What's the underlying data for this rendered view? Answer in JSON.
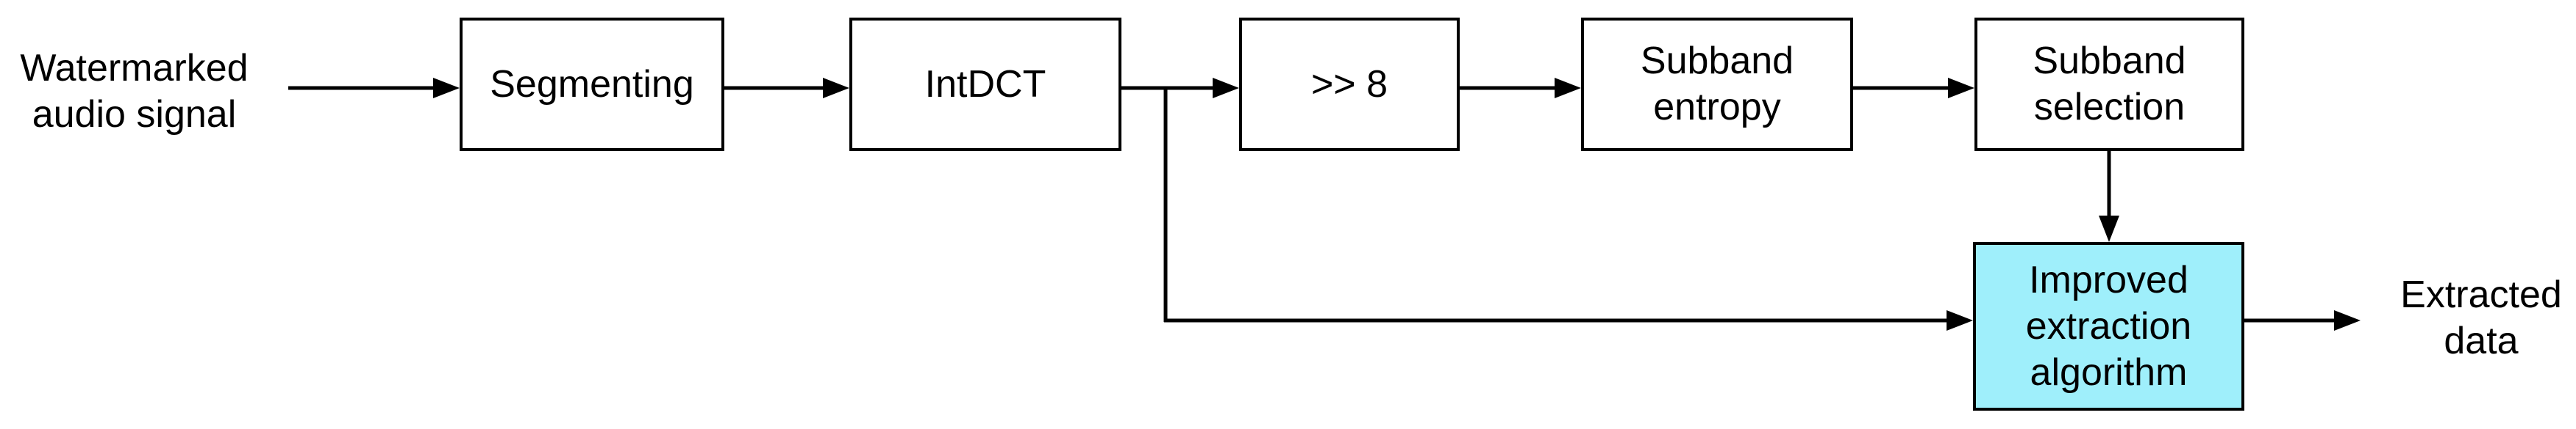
{
  "diagram": {
    "kind": "block-diagram",
    "labels": {
      "input": "Watermarked\naudio signal",
      "output": "Extracted\ndata"
    },
    "boxes": {
      "segmenting": "Segmenting",
      "intdct": "IntDCT",
      "shift": ">> 8",
      "subband_entropy": "Subband\nentropy",
      "subband_selection": "Subband\nselection",
      "improved_extraction": "Improved\nextraction\nalgorithm"
    },
    "edges": [
      {
        "from": "Watermarked audio signal",
        "to": "Segmenting"
      },
      {
        "from": "Segmenting",
        "to": "IntDCT"
      },
      {
        "from": "IntDCT",
        "to": ">> 8"
      },
      {
        "from": "IntDCT",
        "to": "Improved extraction algorithm"
      },
      {
        "from": ">> 8",
        "to": "Subband entropy"
      },
      {
        "from": "Subband entropy",
        "to": "Subband selection"
      },
      {
        "from": "Subband selection",
        "to": "Improved extraction algorithm"
      },
      {
        "from": "Improved extraction algorithm",
        "to": "Extracted data"
      }
    ],
    "colors": {
      "highlight_fill": "#9FEFFB",
      "stroke": "#000000",
      "background": "#FFFFFF"
    }
  }
}
